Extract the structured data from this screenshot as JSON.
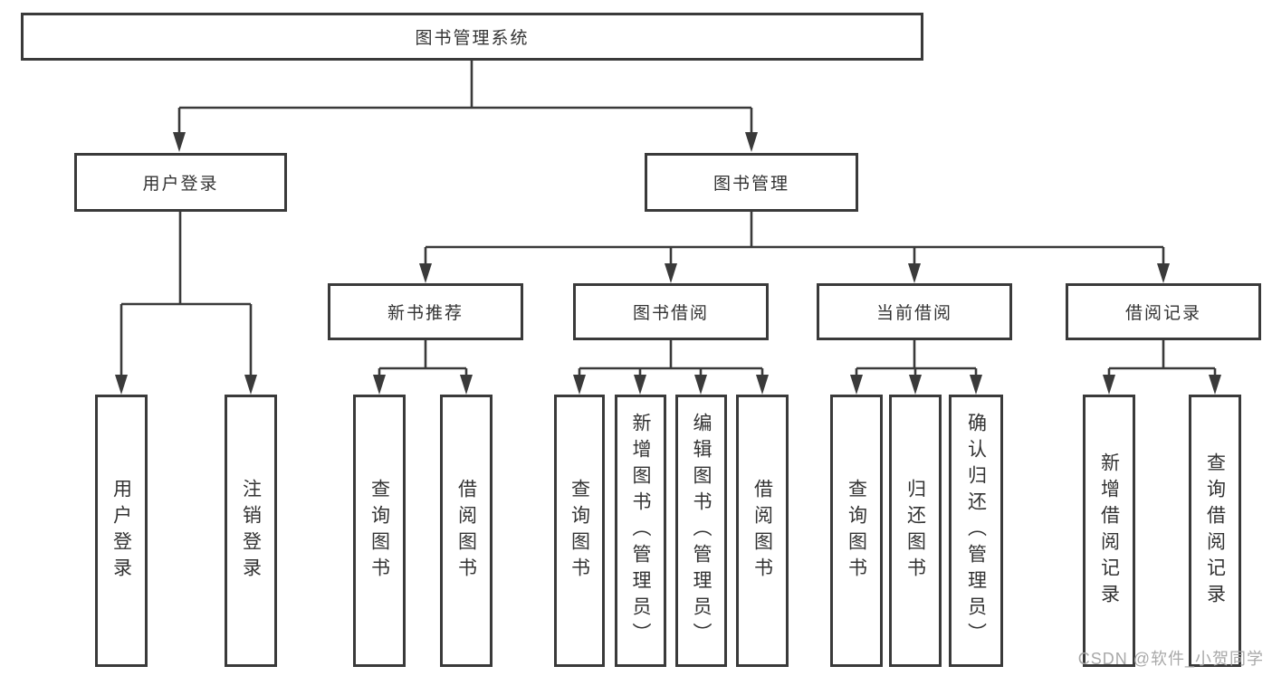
{
  "diagram_title": "图书管理系统",
  "tree": {
    "root": {
      "label": "图书管理系统",
      "children": [
        {
          "label": "用户登录",
          "children": [
            {
              "label": "用户登录"
            },
            {
              "label": "注销登录"
            }
          ]
        },
        {
          "label": "图书管理",
          "children": [
            {
              "label": "新书推荐",
              "children": [
                {
                  "label": "查询图书"
                },
                {
                  "label": "借阅图书"
                }
              ]
            },
            {
              "label": "图书借阅",
              "children": [
                {
                  "label": "查询图书"
                },
                {
                  "label": "新增图书（管理员）"
                },
                {
                  "label": "编辑图书（管理员）"
                },
                {
                  "label": "借阅图书"
                }
              ]
            },
            {
              "label": "当前借阅",
              "children": [
                {
                  "label": "查询图书"
                },
                {
                  "label": "归还图书"
                },
                {
                  "label": "确认归还（管理员）"
                }
              ]
            },
            {
              "label": "借阅记录",
              "children": [
                {
                  "label": "新增借阅记录"
                },
                {
                  "label": "查询借阅记录"
                }
              ]
            }
          ]
        }
      ]
    }
  },
  "watermark": "CSDN @软件_小贺同学",
  "colors": {
    "line": "#3a3a3a",
    "text": "#333333",
    "watermark": "#a9a9a9",
    "background": "#ffffff"
  }
}
